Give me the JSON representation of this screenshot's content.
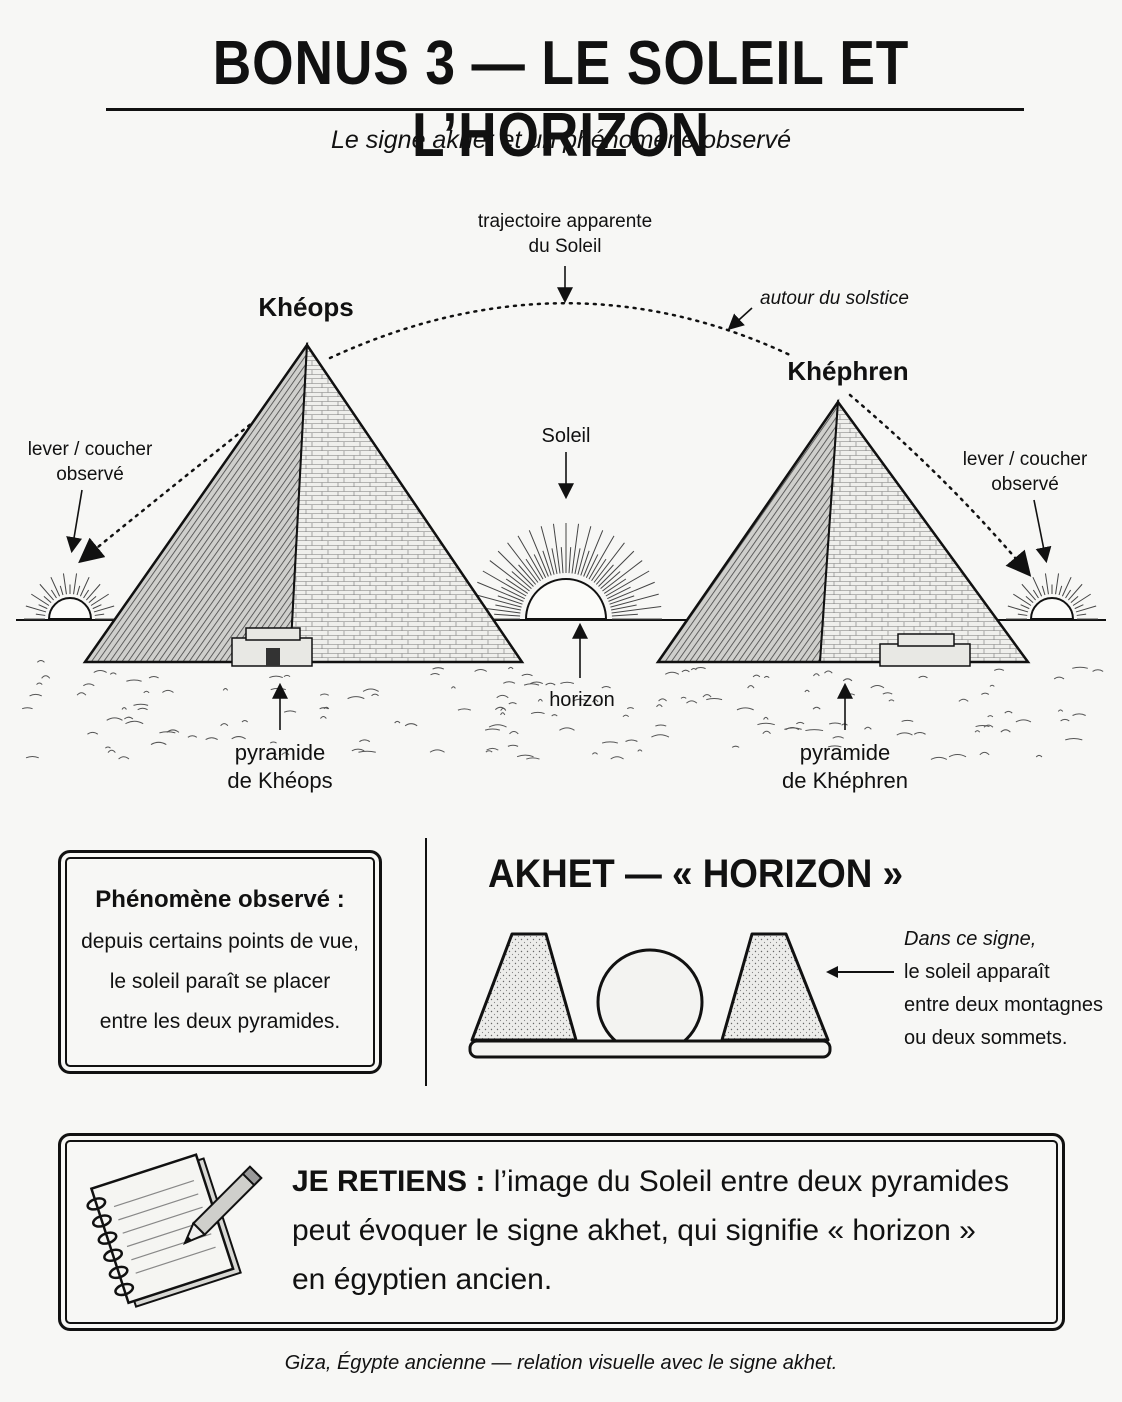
{
  "header": {
    "title": "BONUS 3 — LE SOLEIL ET L’HORIZON",
    "subtitle": "Le signe akhet et un phénomène observé"
  },
  "scene": {
    "trajectory_label_1": "trajectoire apparente",
    "trajectory_label_2": "du Soleil",
    "solstice_label": "autour du solstice",
    "kheops_title": "Khéops",
    "khephren_title": "Khéphren",
    "sun_label": "Soleil",
    "left_sun_label_1": "lever / coucher",
    "left_sun_label_2": "observé",
    "right_sun_label_1": "lever / coucher",
    "right_sun_label_2": "observé",
    "horizon_label": "horizon",
    "kheops_caption_1": "pyramide",
    "kheops_caption_2": "de Khéops",
    "khephren_caption_1": "pyramide",
    "khephren_caption_2": "de Khéphren"
  },
  "phenomenon": {
    "title": "Phénomène observé :",
    "lines": [
      "depuis certains points de vue,",
      "le soleil paraît se placer",
      "entre les deux pyramides."
    ]
  },
  "akhet": {
    "title": "AKHET — « HORIZON »",
    "note": [
      "Dans ce signe,",
      "le soleil apparaît",
      "entre deux montagnes",
      "ou deux sommets."
    ]
  },
  "retain": {
    "head": "JE RETIENS :",
    "line1": "l’image du Soleil entre deux pyramides",
    "line2": "peut évoquer le signe akhet, qui signifie « horizon »",
    "line3": "en égyptien ancien."
  },
  "caption": "Giza, Égypte ancienne — relation visuelle avec le signe akhet."
}
